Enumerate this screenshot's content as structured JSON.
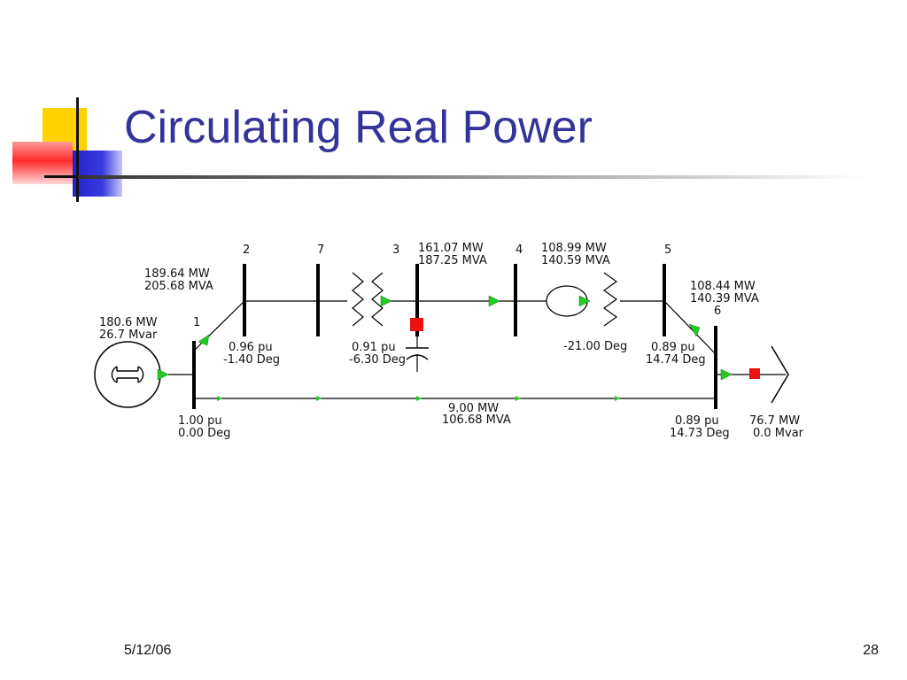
{
  "slide": {
    "title": "Circulating Real Power",
    "date": "5/12/06",
    "page_number": "28"
  },
  "diagram": {
    "bus_numbers": {
      "bus1": "1",
      "bus2": "2",
      "bus3": "3",
      "bus4": "4",
      "bus5": "5",
      "bus6": "6",
      "bus7": "7"
    },
    "generator": {
      "mw": "180.6 MW",
      "mvar": "26.7 Mvar"
    },
    "line_1_2": {
      "mw": "189.64 MW",
      "mva": "205.68 MVA"
    },
    "bus1_voltage": {
      "pu": "1.00 pu",
      "deg": "0.00 Deg"
    },
    "bus2_voltage": {
      "pu": "0.96 pu",
      "deg": "-1.40 Deg"
    },
    "bus3_voltage": {
      "pu": "0.91 pu",
      "deg": "-6.30 Deg"
    },
    "line_3_4": {
      "mw": "161.07 MW",
      "mva": "187.25 MVA"
    },
    "line_4_5": {
      "mw": "108.99 MW",
      "mva": "140.59 MVA"
    },
    "phase_shifter": {
      "deg": "-21.00 Deg"
    },
    "bus5_voltage": {
      "pu": "0.89 pu",
      "deg": "14.74 Deg"
    },
    "line_5_6": {
      "mw": "108.44 MW",
      "mva": "140.39 MVA"
    },
    "line_1_6": {
      "mw": "9.00 MW",
      "mva": "106.68 MVA"
    },
    "bus6_voltage": {
      "pu": "0.89 pu",
      "deg": "14.73 Deg"
    },
    "load": {
      "mw": "76.7 MW",
      "mvar": "0.0 Mvar"
    }
  },
  "colors": {
    "title": "#333399",
    "flow_arrow": "#22cc22",
    "breaker": "#ee1111"
  }
}
